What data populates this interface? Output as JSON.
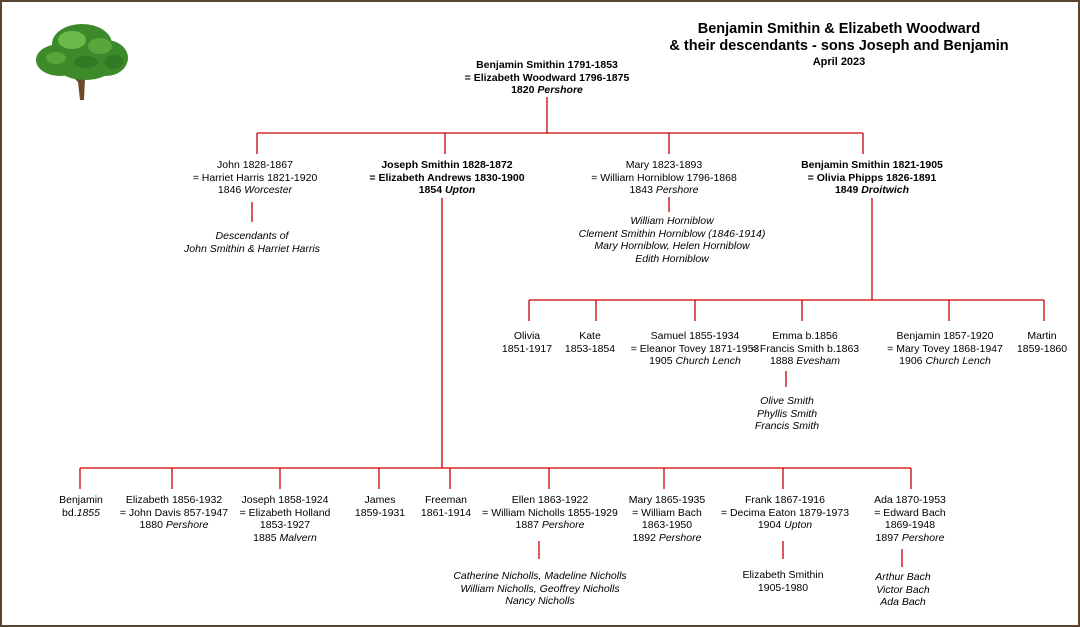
{
  "header": {
    "title_line1": "Benjamin Smithin & Elizabeth Woodward",
    "title_line2": "& their descendants - sons Joseph and Benjamin",
    "date": "April 2023"
  },
  "colors": {
    "connector": "#cc0000",
    "border": "#5a4630",
    "tree_foliage": "#3d8a2a",
    "tree_trunk": "#6b4a2a"
  },
  "icon": "tree-icon",
  "root": {
    "names": "Benjamin  Smithin 1791-1853",
    "spouse": "= Elizabeth Woodward 1796-1875",
    "marriage_prefix": "1820 ",
    "marriage_place": "Pershore"
  },
  "gen1": {
    "john": {
      "names": "John 1828-1867",
      "spouse": "= Harriet Harris 1821-1920",
      "marriage_prefix": "1846 ",
      "marriage_place": "Worcester",
      "desc1": "Descendants of",
      "desc2": "John Smithin & Harriet Harris"
    },
    "joseph": {
      "names": "Joseph Smithin 1828-1872",
      "spouse": "= Elizabeth Andrews 1830-1900",
      "marriage_prefix": "1854 ",
      "marriage_place": "Upton"
    },
    "mary": {
      "names": "Mary 1823-1893",
      "spouse": "= William Horniblow 1796-1868",
      "marriage_prefix": "1843 ",
      "marriage_place": "Pershore",
      "children": [
        "William Horniblow",
        "Clement Smithin Horniblow (1846-1914)",
        "Mary Horniblow, Helen Horniblow",
        "Edith Horniblow"
      ]
    },
    "benjamin": {
      "names": "Benjamin Smithin 1821-1905",
      "spouse": "= Olivia Phipps 1826-1891",
      "marriage_prefix": "1849 ",
      "marriage_place": "Droitwich"
    }
  },
  "benjamin_children": [
    {
      "l1": "Olivia",
      "l2": "1851-1917"
    },
    {
      "l1": "Kate",
      "l2": "1853-1854"
    },
    {
      "l1": "Samuel 1855-1934",
      "l2": "= Eleanor Tovey 1871-1953",
      "l3p": "1905 ",
      "l3i": "Church Lench"
    },
    {
      "l1": "Emma b.1856",
      "l2": "= Francis Smith b.1863",
      "l3p": "1888 ",
      "l3i": "Evesham",
      "children": [
        "Olive Smith",
        "Phyllis Smith",
        "Francis Smith"
      ]
    },
    {
      "l1": "Benjamin 1857-1920",
      "l2": "= Mary Tovey 1868-1947",
      "l3p": "1906 ",
      "l3i": "Church Lench"
    },
    {
      "l1": "Martin",
      "l2": "1859-1860"
    }
  ],
  "joseph_children": [
    {
      "l1": "Benjamin",
      "l2p": "bd.",
      "l2i": "1855"
    },
    {
      "l1": "Elizabeth 1856-1932",
      "l2": "= John Davis  857-1947",
      "l3p": "1880 ",
      "l3i": "Pershore"
    },
    {
      "l1": "Joseph 1858-1924",
      "l2": "= Elizabeth Holland",
      "l3": "1853-1927",
      "l4p": "1885 ",
      "l4i": "Malvern"
    },
    {
      "l1": "James",
      "l2": "1859-1931"
    },
    {
      "l1": "Freeman",
      "l2": "1861-1914"
    },
    {
      "l1": "Ellen 1863-1922",
      "l2": "= William Nicholls 1855-1929",
      "l3p": "1887 ",
      "l3i": "Pershore",
      "children": [
        "Catherine Nicholls, Madeline Nicholls",
        "William Nicholls, Geoffrey Nicholls",
        "Nancy Nicholls"
      ]
    },
    {
      "l1": "Mary 1865-1935",
      "l2": "= William Bach",
      "l3": "1863-1950",
      "l4p": "1892 ",
      "l4i": "Pershore"
    },
    {
      "l1": "Frank 1867-1916",
      "l2": "= Decima Eaton 1879-1973",
      "l3p": "1904 ",
      "l3i": "Upton",
      "child_l1": "Elizabeth Smithin",
      "child_l2": "1905-1980"
    },
    {
      "l1": "Ada 1870-1953",
      "l2": "= Edward Bach",
      "l3": "1869-1948",
      "l4p": "1897 ",
      "l4i": "Pershore",
      "children": [
        "Arthur Bach",
        "Victor Bach",
        "Ada Bach"
      ]
    }
  ]
}
